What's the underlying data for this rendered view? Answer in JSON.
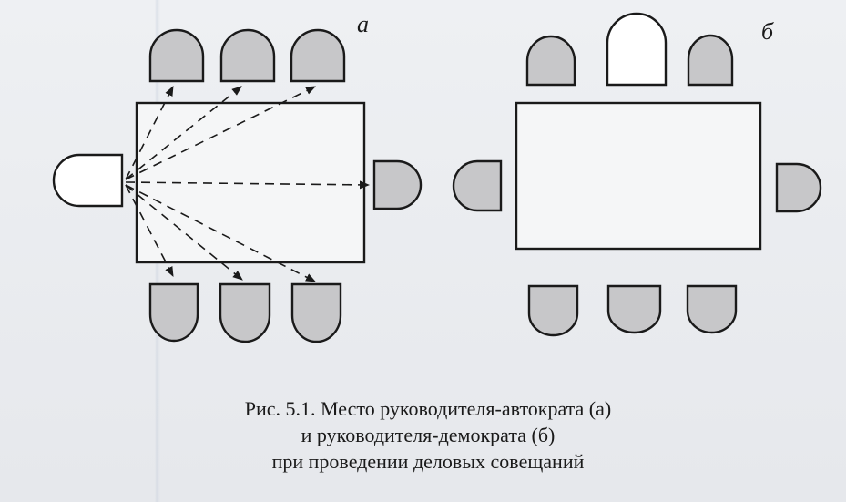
{
  "panel_a": {
    "label": "а"
  },
  "panel_b": {
    "label": "б"
  },
  "caption": {
    "line1": "Рис. 5.1. Место руководителя-автократа (а)",
    "line2": "и руководителя-демократа (б)",
    "line3": "при проведении деловых совещаний"
  }
}
